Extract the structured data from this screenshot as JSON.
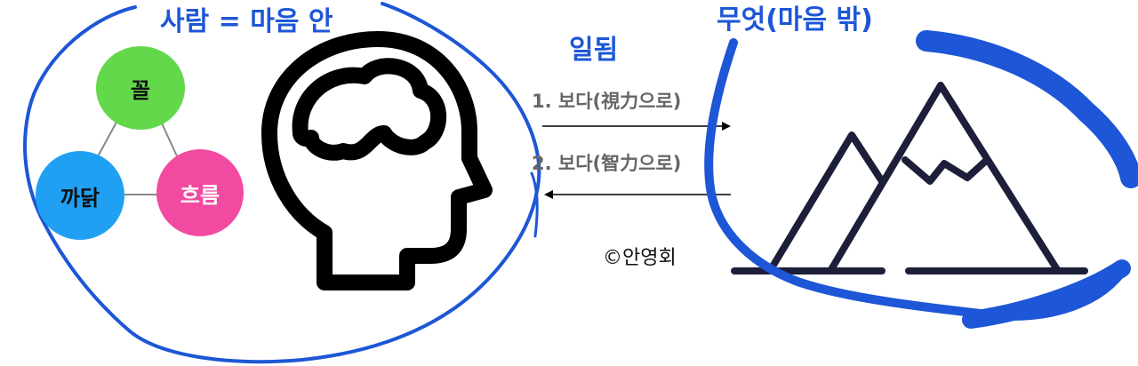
{
  "left_title": "사람 = 마음 안",
  "right_title": "무엇(마음 밖)",
  "center_title": "일됨",
  "step1": "1. 보다(視力으로)",
  "step2": "2. 보다(智力으로)",
  "copyright": "©안영회",
  "nodes": [
    {
      "label": "꼴",
      "color": "#62d84a",
      "text_color": "#111111"
    },
    {
      "label": "까닭",
      "color": "#1fa0f2",
      "text_color": "#111111"
    },
    {
      "label": "흐름",
      "color": "#f24aa0",
      "text_color": "#ffffff"
    }
  ],
  "colors": {
    "accent_blue": "#1d56d6",
    "stroke_dark": "#1d1f3a",
    "step_gray": "#666666"
  },
  "icons": {
    "head": "head-brain-icon",
    "mountain": "mountain-icon"
  }
}
